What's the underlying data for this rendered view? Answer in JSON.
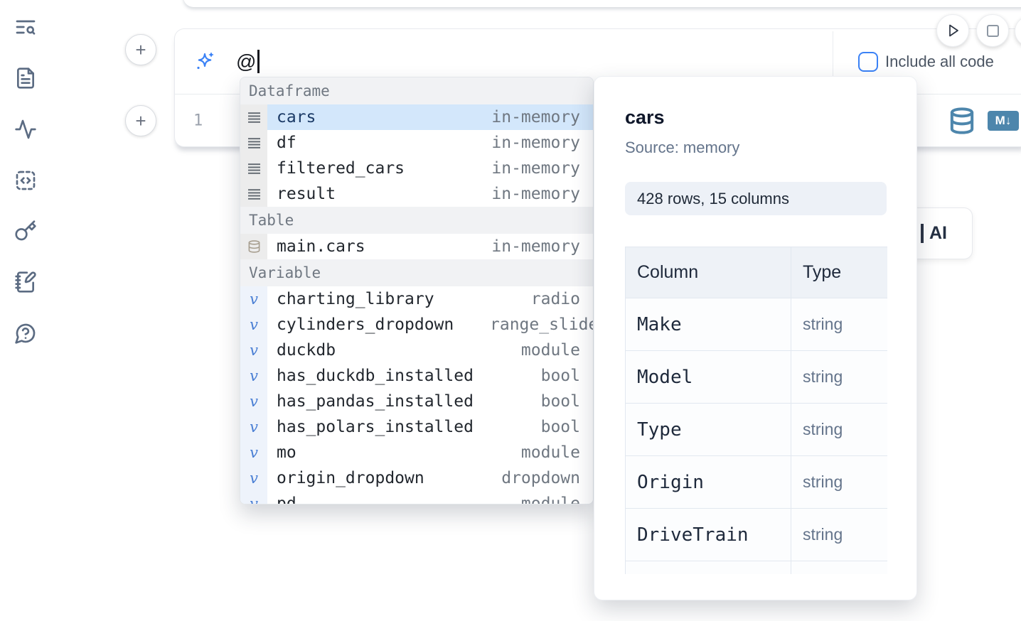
{
  "sidebar": {
    "icons": [
      "toc-search",
      "document",
      "activity",
      "code-block",
      "key",
      "scratchpad",
      "help"
    ]
  },
  "add_buttons": {
    "label": "+"
  },
  "run_controls": {
    "icons": [
      "play",
      "stop"
    ]
  },
  "ai_cell": {
    "prompt_value": "@",
    "include_all_code_label": "Include all code",
    "editor": {
      "line_number": "1"
    },
    "icons": {
      "sparkle": "sparkles-icon",
      "database": "database-icon",
      "markdown_badge": "M↓"
    }
  },
  "autocomplete": {
    "sections": [
      {
        "label": "Dataframe",
        "kind": "dataframe",
        "items": [
          {
            "name": "cars",
            "type": "in-memory",
            "selected": true
          },
          {
            "name": "df",
            "type": "in-memory"
          },
          {
            "name": "filtered_cars",
            "type": "in-memory"
          },
          {
            "name": "result",
            "type": "in-memory"
          }
        ]
      },
      {
        "label": "Table",
        "kind": "table",
        "items": [
          {
            "name": "main.cars",
            "type": "in-memory"
          }
        ]
      },
      {
        "label": "Variable",
        "kind": "variable",
        "items": [
          {
            "name": "charting_library",
            "type": "radio"
          },
          {
            "name": "cylinders_dropdown",
            "type": "range_slider"
          },
          {
            "name": "duckdb",
            "type": "module"
          },
          {
            "name": "has_duckdb_installed",
            "type": "bool"
          },
          {
            "name": "has_pandas_installed",
            "type": "bool"
          },
          {
            "name": "has_polars_installed",
            "type": "bool"
          },
          {
            "name": "mo",
            "type": "module"
          },
          {
            "name": "origin_dropdown",
            "type": "dropdown"
          },
          {
            "name": "pd",
            "type": "module",
            "clipped": true
          }
        ]
      }
    ]
  },
  "preview": {
    "title": "cars",
    "source": "Source: memory",
    "shape": "428 rows, 15 columns",
    "table": {
      "headers": [
        "Column",
        "Type"
      ],
      "rows": [
        {
          "column": "Make",
          "type": "string"
        },
        {
          "column": "Model",
          "type": "string"
        },
        {
          "column": "Type",
          "type": "string"
        },
        {
          "column": "Origin",
          "type": "string"
        },
        {
          "column": "DriveTrain",
          "type": "string"
        },
        {
          "column": "",
          "type": "",
          "clipped": true
        }
      ]
    }
  },
  "ai_button": {
    "label": "AI"
  },
  "colors": {
    "accent": "#3b82f6",
    "steel_icon": "#4d86ac",
    "selected_row_bg": "#d3e7fb",
    "variable_gutter_bg": "#eef3fb",
    "gutter_bg": "#ececec",
    "section_header_bg": "#f1f2f4",
    "badge_bg": "#edf1f7"
  }
}
